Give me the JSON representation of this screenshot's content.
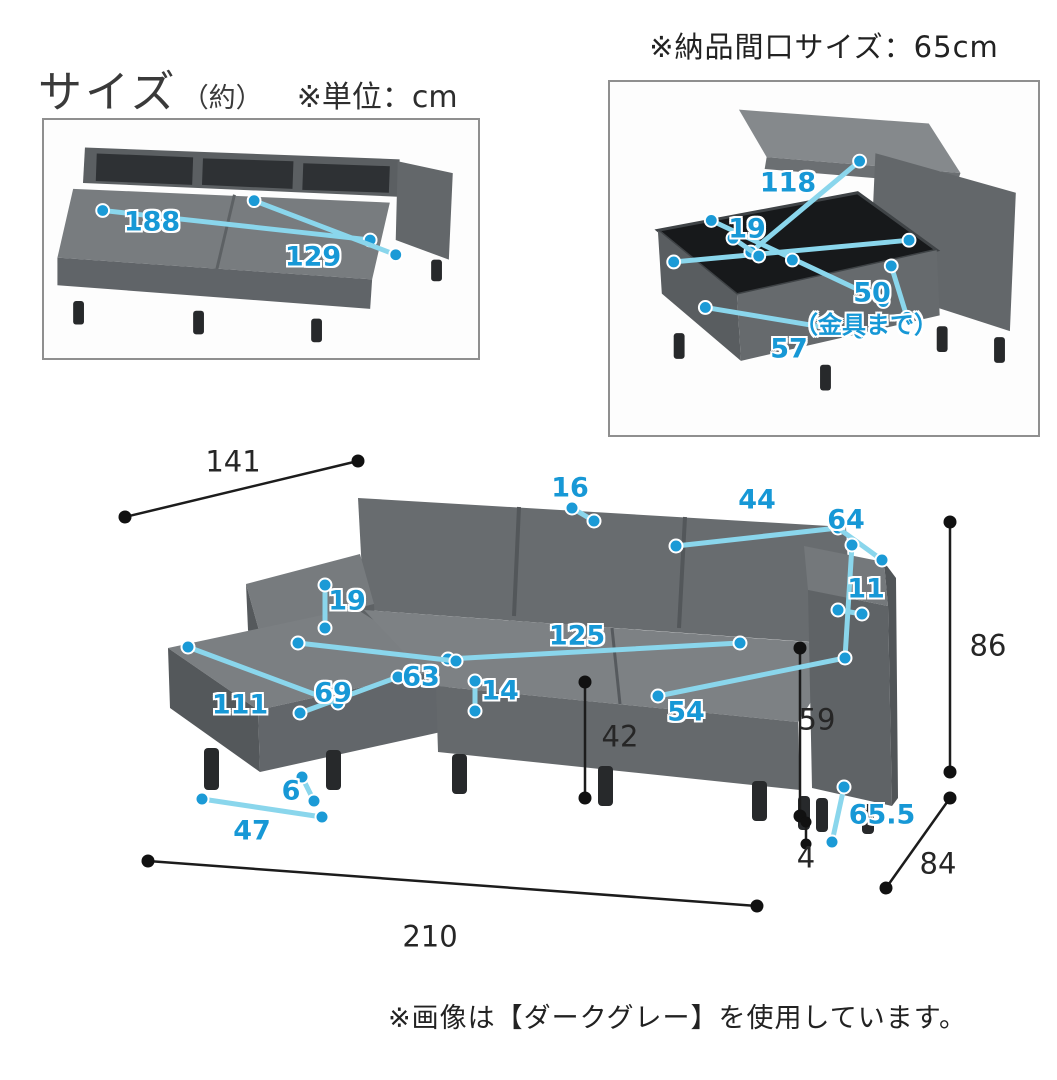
{
  "header": {
    "title_main": "サイズ",
    "title_sub": "（約）",
    "unit_note": "※単位：cm",
    "delivery_note": "※納品間口サイズ：65cm"
  },
  "footer": {
    "color_note": "※画像は【ダークグレー】を使用しています。"
  },
  "colors": {
    "dimension_blue": "#1798d6",
    "line_cyan": "#8ad6ec",
    "dimension_black": "#262626",
    "sofa_gray": "#6d7174",
    "box_border": "#8f8f8f"
  },
  "inset_sofabed": {
    "bed_length": "188",
    "bed_width": "129"
  },
  "inset_storage": {
    "lid_length": "118",
    "hinge_gap": "19",
    "to_fitting": "50",
    "to_fitting_note": "（金具まで）",
    "opening_width": "57"
  },
  "main": {
    "black": {
      "total_depth": "141",
      "total_height": "86",
      "body_depth": "84",
      "total_width": "210",
      "seat_front_height": "42",
      "arm_inner_height": "59",
      "leg_height": "4"
    },
    "blue": {
      "back_thickness": "16",
      "back_inner_width": "44",
      "arm_top_depth": "64",
      "arm_drop": "19",
      "arm_thickness": "11",
      "seat_inner_width": "125",
      "chaise_inner_depth": "63",
      "cushion_thickness": "14",
      "chaise_depth": "111",
      "chaise_width": "69",
      "seat_depth": "54",
      "chaise_leg_height": "6",
      "chaise_front_width": "47",
      "arm_outer_height": "65.5"
    }
  }
}
